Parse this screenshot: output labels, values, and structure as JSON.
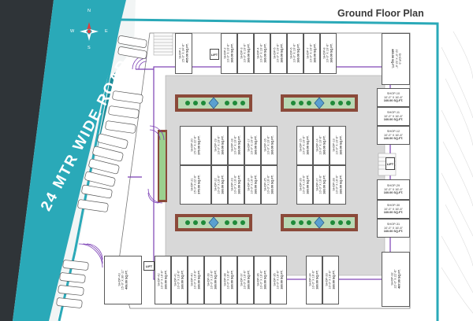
{
  "title": "Ground Floor Plan",
  "road_label": "24 MTR WIDE ROAD",
  "compass": {
    "n": "N",
    "s": "S",
    "e": "E",
    "w": "W"
  },
  "lift_label": "LIFT",
  "colors": {
    "road": "#2f3438",
    "accent": "#2aa9b8",
    "plaza": "#d8d8d8",
    "circulation": "#7b3fb5"
  },
  "shops": {
    "s1": {
      "name": "SHOP-1",
      "dim": "15'-0\" X 34'-6\"",
      "area": "405.00 SQ.FT."
    },
    "s2": {
      "name": "SHOP-2",
      "dim": "10'-0\" X 16'-6\"",
      "area": "160.00 SQ.FT."
    },
    "s3": {
      "name": "SHOP-3",
      "dim": "10'-0\" X 16'-6\"",
      "area": "160.00 SQ.FT."
    },
    "s4": {
      "name": "SHOP-4",
      "dim": "10'-0\" X 16'-6\"",
      "area": "160.00 SQ.FT."
    },
    "s5": {
      "name": "SHOP-5",
      "dim": "10'-0\" X 16'-6\"",
      "area": "160.00 SQ.FT."
    },
    "s6": {
      "name": "SHOP-6",
      "dim": "10'-0\" X 16'-6\"",
      "area": "160.00 SQ.FT."
    },
    "s7": {
      "name": "SHOP-7",
      "dim": "10'-0\" X 16'-6\"",
      "area": "160.00 SQ.FT."
    },
    "s8": {
      "name": "SHOP-8",
      "dim": "10'-0\" X 16'-6\"",
      "area": "160.00 SQ.FT."
    },
    "s9": {
      "name": "SHOP-9",
      "dim": "22'-0\" X 22'-6\"",
      "area": "485.00 SQ.FT."
    },
    "s10": {
      "name": "SHOP-10",
      "dim": "10'-0\" X 16'-6\"",
      "area": "160.00 SQ.FT."
    },
    "s11": {
      "name": "SHOP-11",
      "dim": "10'-0\" X 16'-6\"",
      "area": "160.00 SQ.FT."
    },
    "s12": {
      "name": "SHOP-12",
      "dim": "10'-0\" X 16'-6\"",
      "area": "160.00 SQ.FT."
    },
    "s13": {
      "name": "SHOP-13",
      "dim": "10'-0\" X 16'-6\"",
      "area": "160.00 SQ.FT."
    },
    "s14": {
      "name": "SHOP-14",
      "dim": "10'-0\" X 16'-6\"",
      "area": "160.00 SQ.FT."
    },
    "s15": {
      "name": "SHOP-15",
      "dim": "10'-0\" X 16'-6\"",
      "area": "160.00 SQ.FT."
    },
    "s16": {
      "name": "SHOP-16",
      "dim": "10'-0\" X 16'-6\"",
      "area": "160.00 SQ.FT."
    },
    "s17": {
      "name": "SHOP-17",
      "dim": "10'-0\" X 16'-6\"",
      "area": "160.00 SQ.FT."
    },
    "s18": {
      "name": "SHOP-18",
      "dim": "10'-0\" X 16'-6\"",
      "area": "160.00 SQ.FT."
    },
    "s19": {
      "name": "SHOP-19",
      "dim": "10'-0\" X 16'-6\"",
      "area": "160.00 SQ.FT."
    },
    "s20": {
      "name": "SHOP-20",
      "dim": "15'-0\" X 22'-6\"",
      "area": "370.00 SQ.FT."
    },
    "s21": {
      "name": "SHOP-21",
      "dim": "15'-0\" X 22'-6\"",
      "area": "370.00 SQ.FT."
    },
    "s22": {
      "name": "SHOP-22",
      "dim": "10'-0\" X 16'-6\"",
      "area": "160.00 SQ.FT."
    },
    "s23": {
      "name": "SHOP-23",
      "dim": "10'-0\" X 16'-6\"",
      "area": "160.00 SQ.FT."
    },
    "s24": {
      "name": "SHOP-24",
      "dim": "10'-0\" X 16'-6\"",
      "area": "160.00 SQ.FT."
    },
    "s25": {
      "name": "SHOP-25",
      "dim": "10'-0\" X 16'-6\"",
      "area": "160.00 SQ.FT."
    },
    "s26": {
      "name": "SHOP-26",
      "dim": "10'-0\" X 16'-6\"",
      "area": "160.00 SQ.FT."
    },
    "s27": {
      "name": "SHOP-27",
      "dim": "10'-0\" X 16'-6\"",
      "area": "160.00 SQ.FT."
    },
    "s28": {
      "name": "SHOP-28",
      "dim": "10'-0\" X 16'-6\"",
      "area": "160.00 SQ.FT."
    },
    "s29": {
      "name": "SHOP-29",
      "dim": "10'-0\" X 16'-6\"",
      "area": "160.00 SQ.FT."
    },
    "s30": {
      "name": "SHOP-30",
      "dim": "10'-0\" X 16'-6\"",
      "area": "160.00 SQ.FT."
    },
    "s31": {
      "name": "SHOP-31",
      "dim": "10'-0\" X 16'-6\"",
      "area": "160.00 SQ.FT."
    },
    "s32": {
      "name": "SHOP-32",
      "dim": "22'-0\" X 22'-6\"",
      "area": "487.00 SQ.FT."
    },
    "s33": {
      "name": "SHOP-33",
      "dim": "10'-0\" X 16'-6\"",
      "area": "160.00 SQ.FT."
    },
    "s34": {
      "name": "SHOP-34",
      "dim": "10'-0\" X 16'-6\"",
      "area": "160.00 SQ.FT."
    },
    "s35": {
      "name": "SHOP-35",
      "dim": "10'-0\" X 16'-6\"",
      "area": "160.00 SQ.FT."
    },
    "s36": {
      "name": "SHOP-36",
      "dim": "10'-0\" X 16'-6\"",
      "area": "160.00 SQ.FT."
    },
    "s37": {
      "name": "SHOP-37",
      "dim": "10'-0\" X 16'-6\"",
      "area": "160.00 SQ.FT."
    },
    "s38": {
      "name": "SHOP-38",
      "dim": "10'-0\" X 16'-6\"",
      "area": "160.00 SQ.FT."
    },
    "s39": {
      "name": "SHOP-39",
      "dim": "10'-0\" X 16'-6\"",
      "area": "160.00 SQ.FT."
    },
    "s40": {
      "name": "SHOP-40",
      "dim": "10'-0\" X 16'-6\"",
      "area": "160.00 SQ.FT."
    },
    "s41": {
      "name": "SHOP-41",
      "dim": "10'-0\" X 16'-6\"",
      "area": "160.00 SQ.FT."
    },
    "s42": {
      "name": "SHOP-42",
      "dim": "10'-0\" X 16'-6\"",
      "area": "160.00 SQ.FT."
    },
    "s43": {
      "name": "SHOP-43",
      "dim": "15'-0\" X 30'-11\"",
      "area": "406.00 SQ.FT."
    }
  }
}
